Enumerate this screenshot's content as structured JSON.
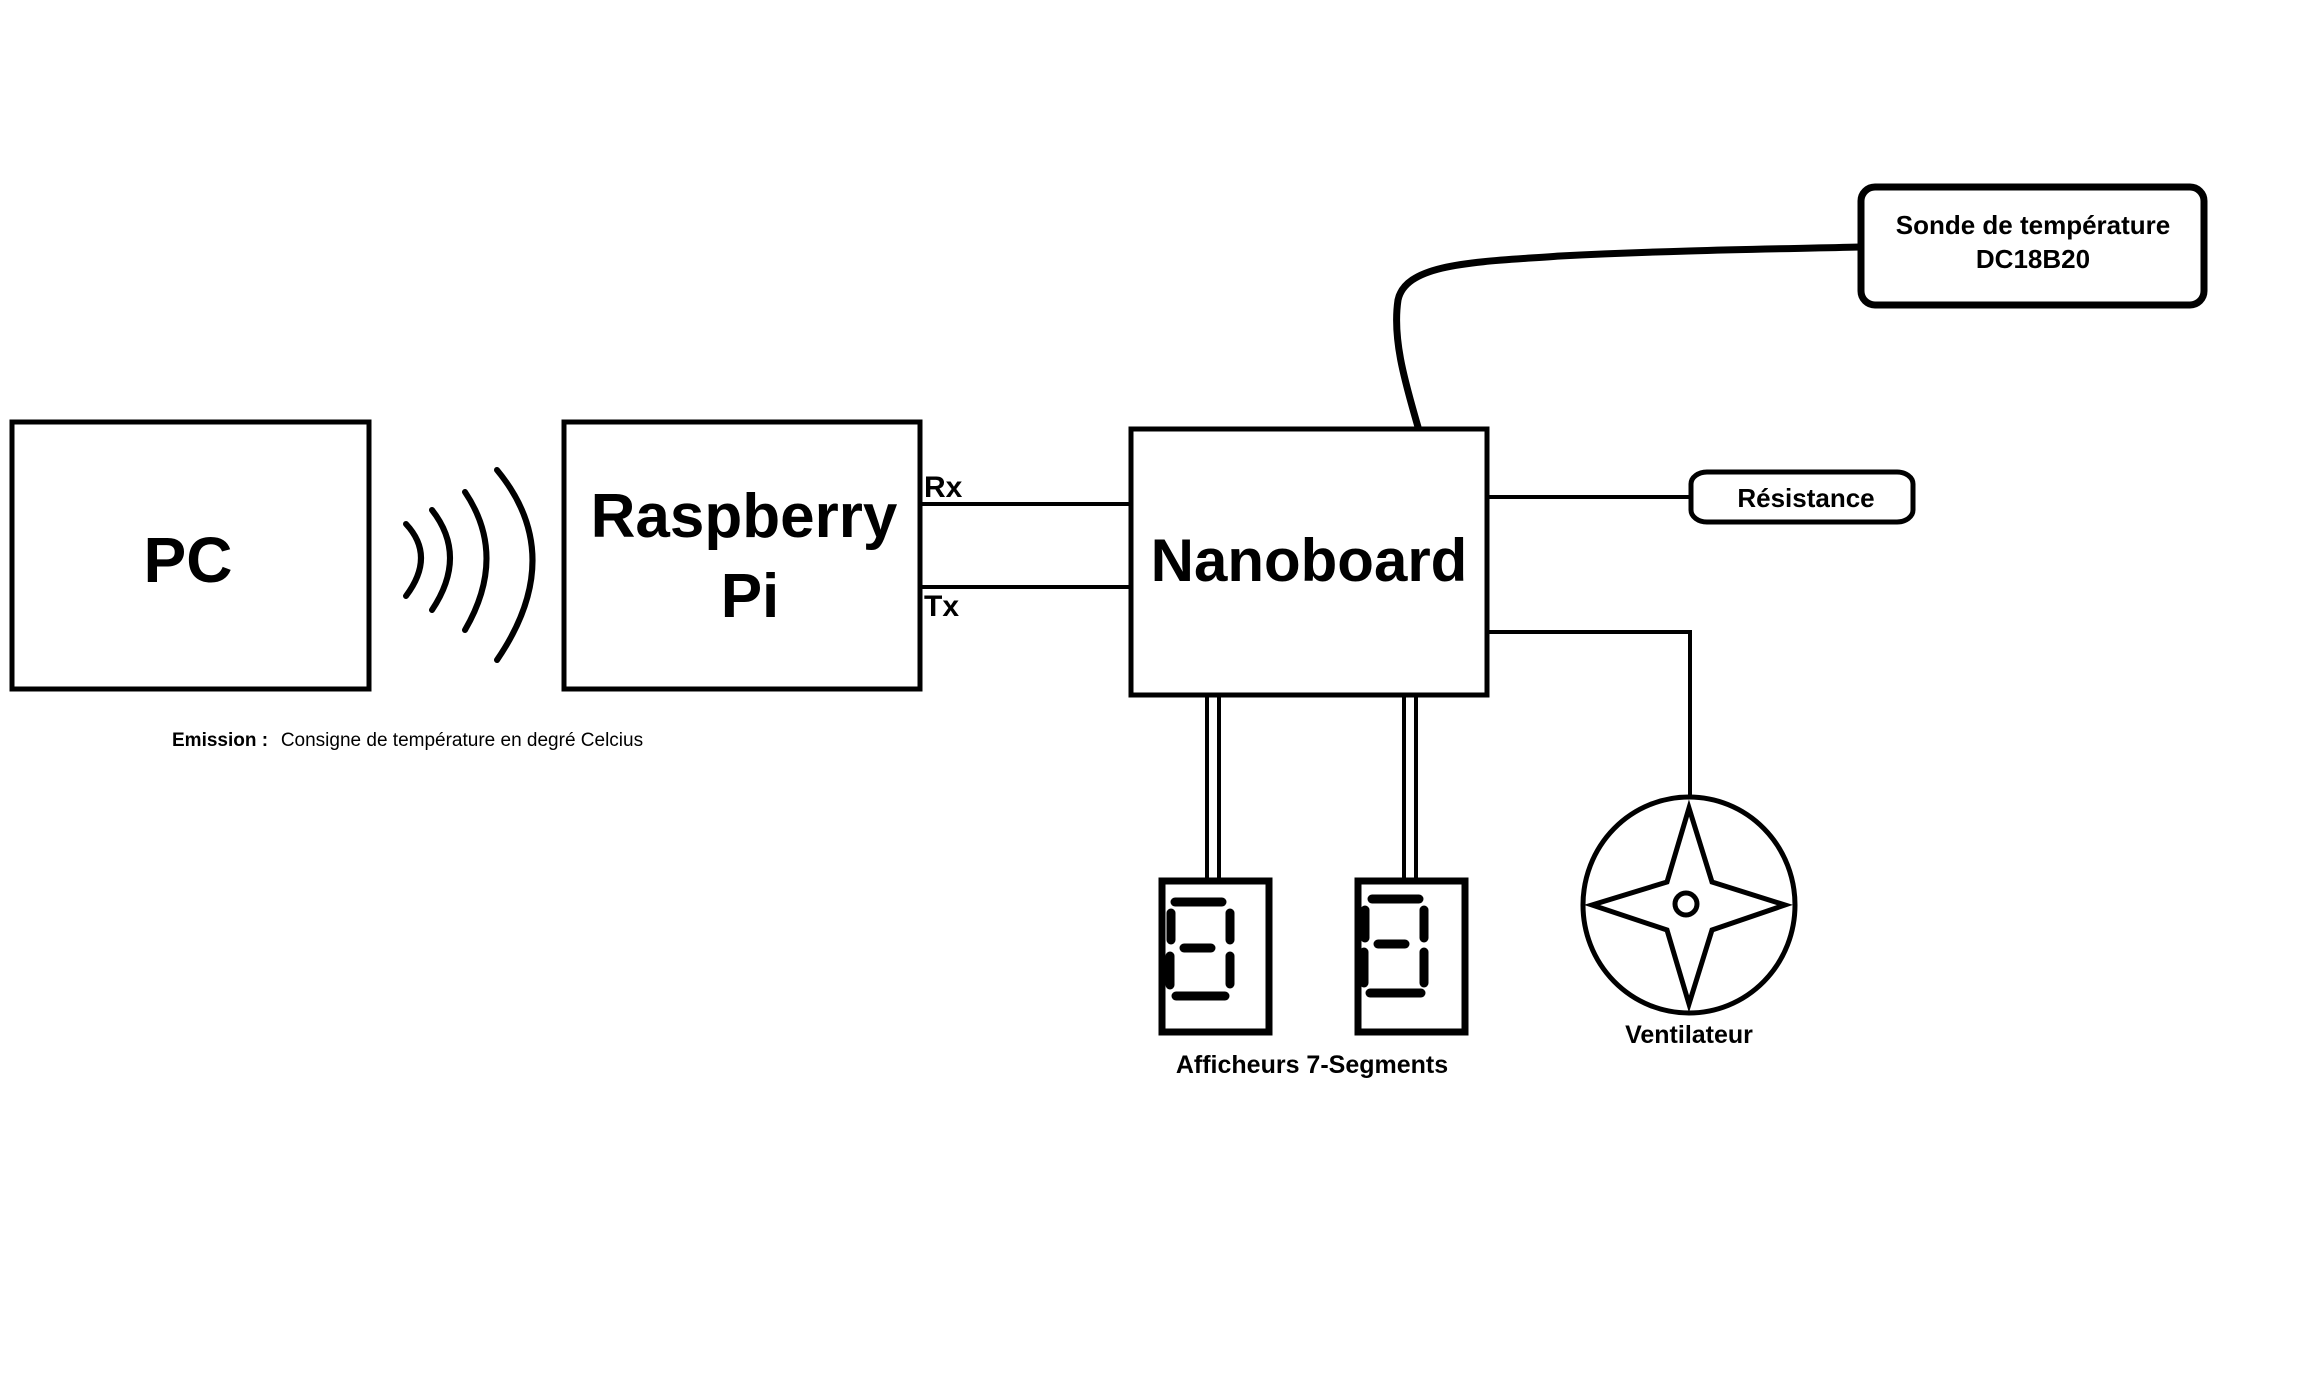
{
  "blocks": {
    "pc": {
      "label": "PC"
    },
    "raspberry": {
      "line1": "Raspberry",
      "line2": "Pi"
    },
    "nanoboard": {
      "label": "Nanoboard"
    },
    "sonde": {
      "line1": "Sonde de température",
      "line2": "DC18B20"
    },
    "resistance": {
      "label": "Résistance"
    },
    "ventilateur": {
      "label": "Ventilateur"
    },
    "afficheurs": {
      "label": "Afficheurs 7-Segments",
      "count": 2
    }
  },
  "links": {
    "rx": "Rx",
    "tx": "Tx"
  },
  "emission": {
    "label": "Emission :",
    "text": "Consigne de température en degré Celcius"
  },
  "icons": {
    "wireless": "wireless-waves-icon",
    "fan": "fan-icon",
    "seven_segment": "seven-segment-display-icon"
  }
}
